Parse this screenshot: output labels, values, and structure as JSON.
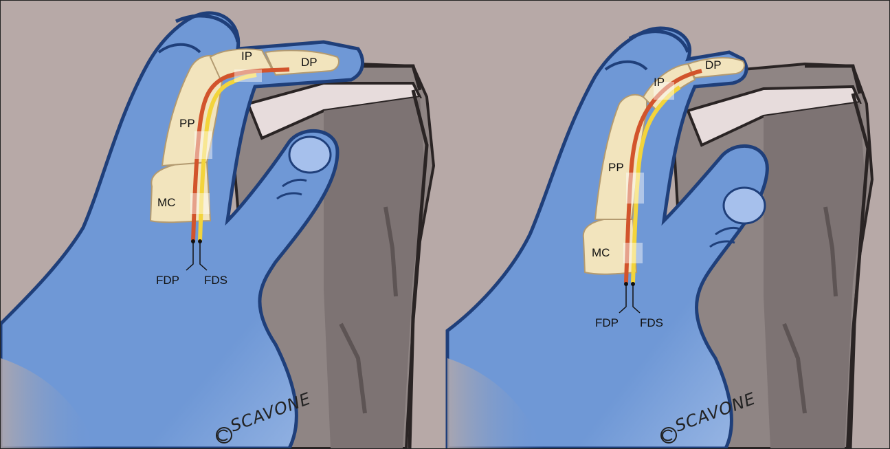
{
  "panels": [
    {
      "id": "left",
      "labels": {
        "dp": "DP",
        "ip": "IP",
        "pp": "PP",
        "mc": "MC",
        "fdp": "FDP",
        "fds": "FDS"
      },
      "signature": "SCAVONE"
    },
    {
      "id": "right",
      "labels": {
        "dp": "DP",
        "ip": "IP",
        "pp": "PP",
        "mc": "MC",
        "fdp": "FDP",
        "fds": "FDS"
      },
      "signature": "SCAVONE"
    }
  ],
  "colors": {
    "background": "#b7a9a7",
    "rock": "#8f8584",
    "rock_light": "#e7dcdc",
    "glove": "#6f98d6",
    "glove_dark": "#1f3f7a",
    "bone": "#f2e4bd",
    "tendon_fdp": "#d2542c",
    "tendon_fds": "#f3d43b"
  }
}
